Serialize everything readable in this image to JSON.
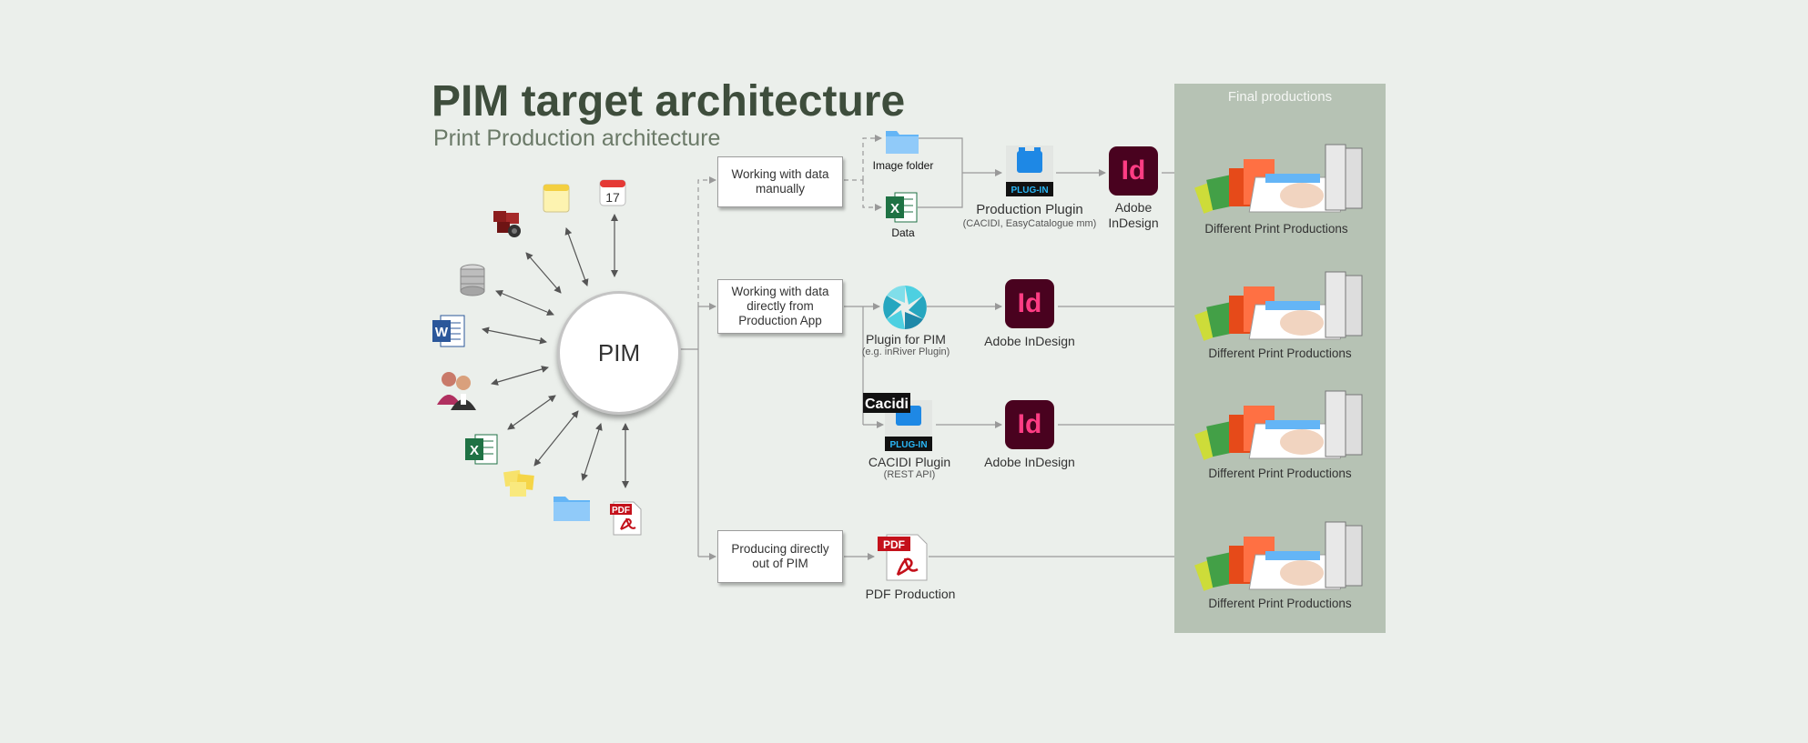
{
  "title": "PIM target architecture",
  "subtitle": "Print Production architecture",
  "final_productions_label": "Final productions",
  "pim_label": "PIM",
  "process_boxes": [
    {
      "label": "Working with data manually"
    },
    {
      "label": "Working with data directly from Production App"
    },
    {
      "label": "Producing directly out of PIM"
    }
  ],
  "image_folder_label": "Image folder",
  "data_label": "Data",
  "production_plugin": {
    "label": "Production Plugin",
    "sub": "(CACIDI, EasyCatalogue  mm)"
  },
  "adobe_indesign_top": "Adobe InDesign",
  "adobe_indesign": "Adobe InDesign",
  "plugin_for_pim": {
    "label": "Plugin for PIM",
    "sub": "(e.g. inRiver Plugin)"
  },
  "cacidi_plugin": {
    "label": "CACIDI Plugin",
    "sub": "(REST API)"
  },
  "pdf_production_label": "PDF Production",
  "different_print_productions": "Different Print Productions",
  "icon_text": {
    "calendar_day": "17",
    "plugin": "PLUG-IN",
    "cacidi": "Cacidi",
    "pdf": "PDF",
    "indesign": "Id"
  },
  "colors": {
    "accent_dark_green": "#3e4d3c",
    "panel": "#b6c2b4",
    "indesign_bg": "#49021f",
    "indesign_fg": "#ff3d84",
    "excel": "#1f7244",
    "word": "#2b579a",
    "pdf": "#c4111b",
    "folder": "#64b5f6"
  }
}
